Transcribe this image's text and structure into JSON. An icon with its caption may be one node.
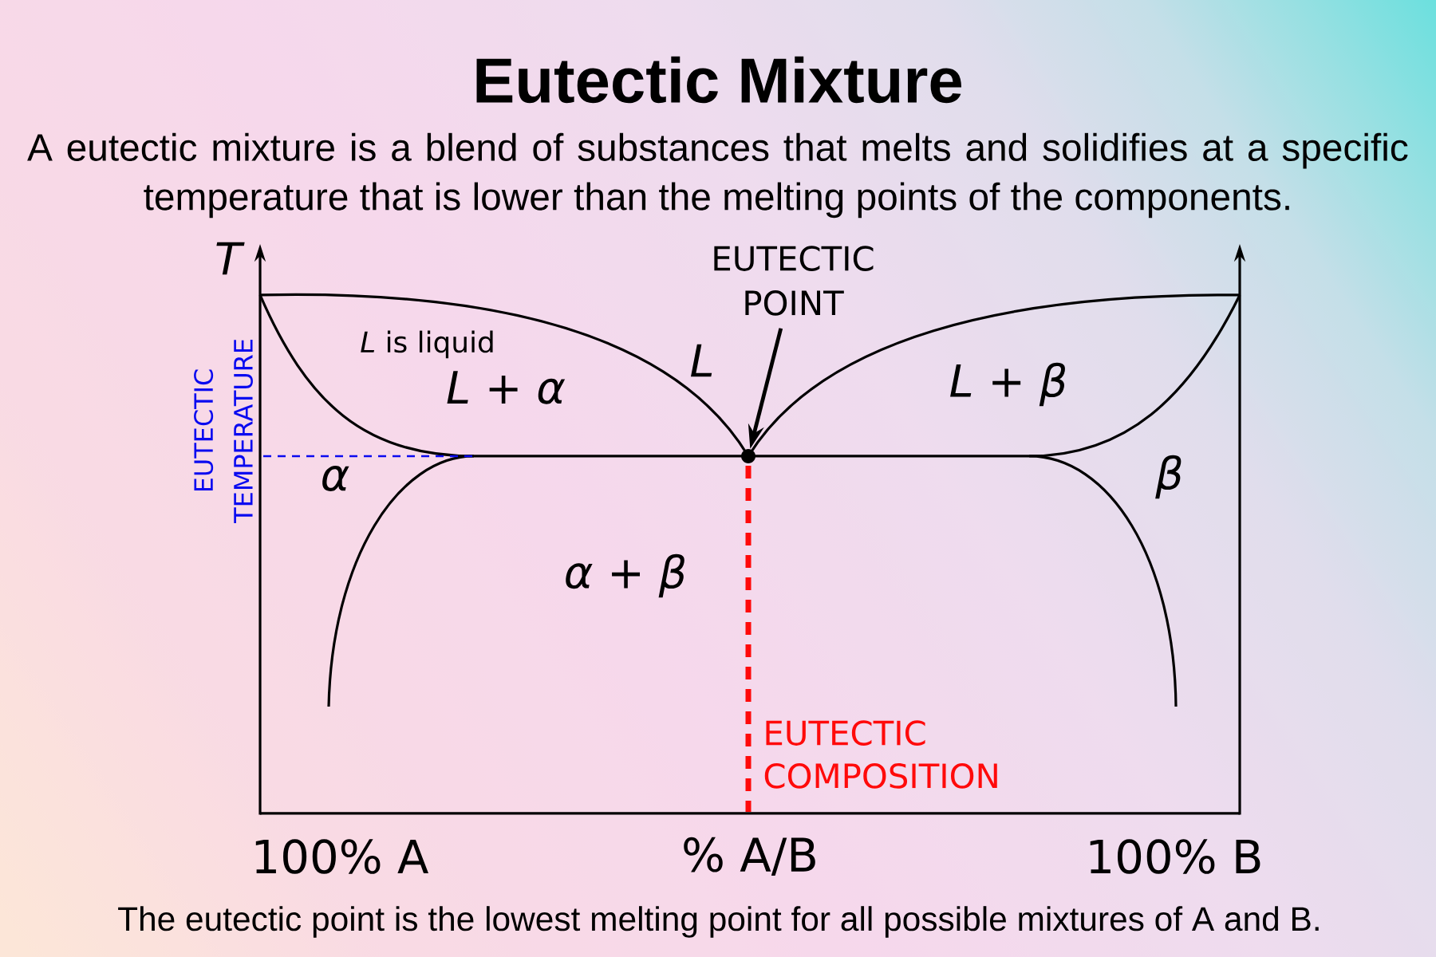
{
  "diagram": {
    "title": "Eutectic Mixture",
    "caption": "The eutectic point is the lowest melting point for all possible mixtures of A and B.",
    "nodes": [
      {
        "text": [
          "EUTECTIC POINT"
        ]
      },
      {
        "text": [],
        "shape": "circle"
      }
    ],
    "edges": [
      {
        "from": 0,
        "to": 1,
        "arrow": "to"
      }
    ],
    "labels": [
      "A eutectic mixture is a blend of substances that melts and solidifies at a specific temperature that is lower than the melting points of the components.",
      "T",
      "*L* is liquid",
      "L + α",
      "L",
      "L + β",
      "EUTECTIC TEMPERATURE",
      "α",
      "β",
      "α + β",
      "EUTECTIC COMPOSITION",
      "100% A",
      "% A/B",
      "100% B"
    ]
  }
}
